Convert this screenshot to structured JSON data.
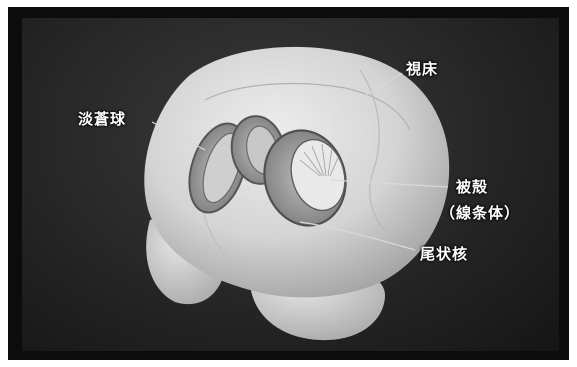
{
  "labels": {
    "globus_pallidus": "淡蒼球",
    "thalamus": "視床",
    "putamen": "被殻",
    "corpus_striatum": "（線条体）",
    "caudate_nucleus": "尾状核"
  }
}
